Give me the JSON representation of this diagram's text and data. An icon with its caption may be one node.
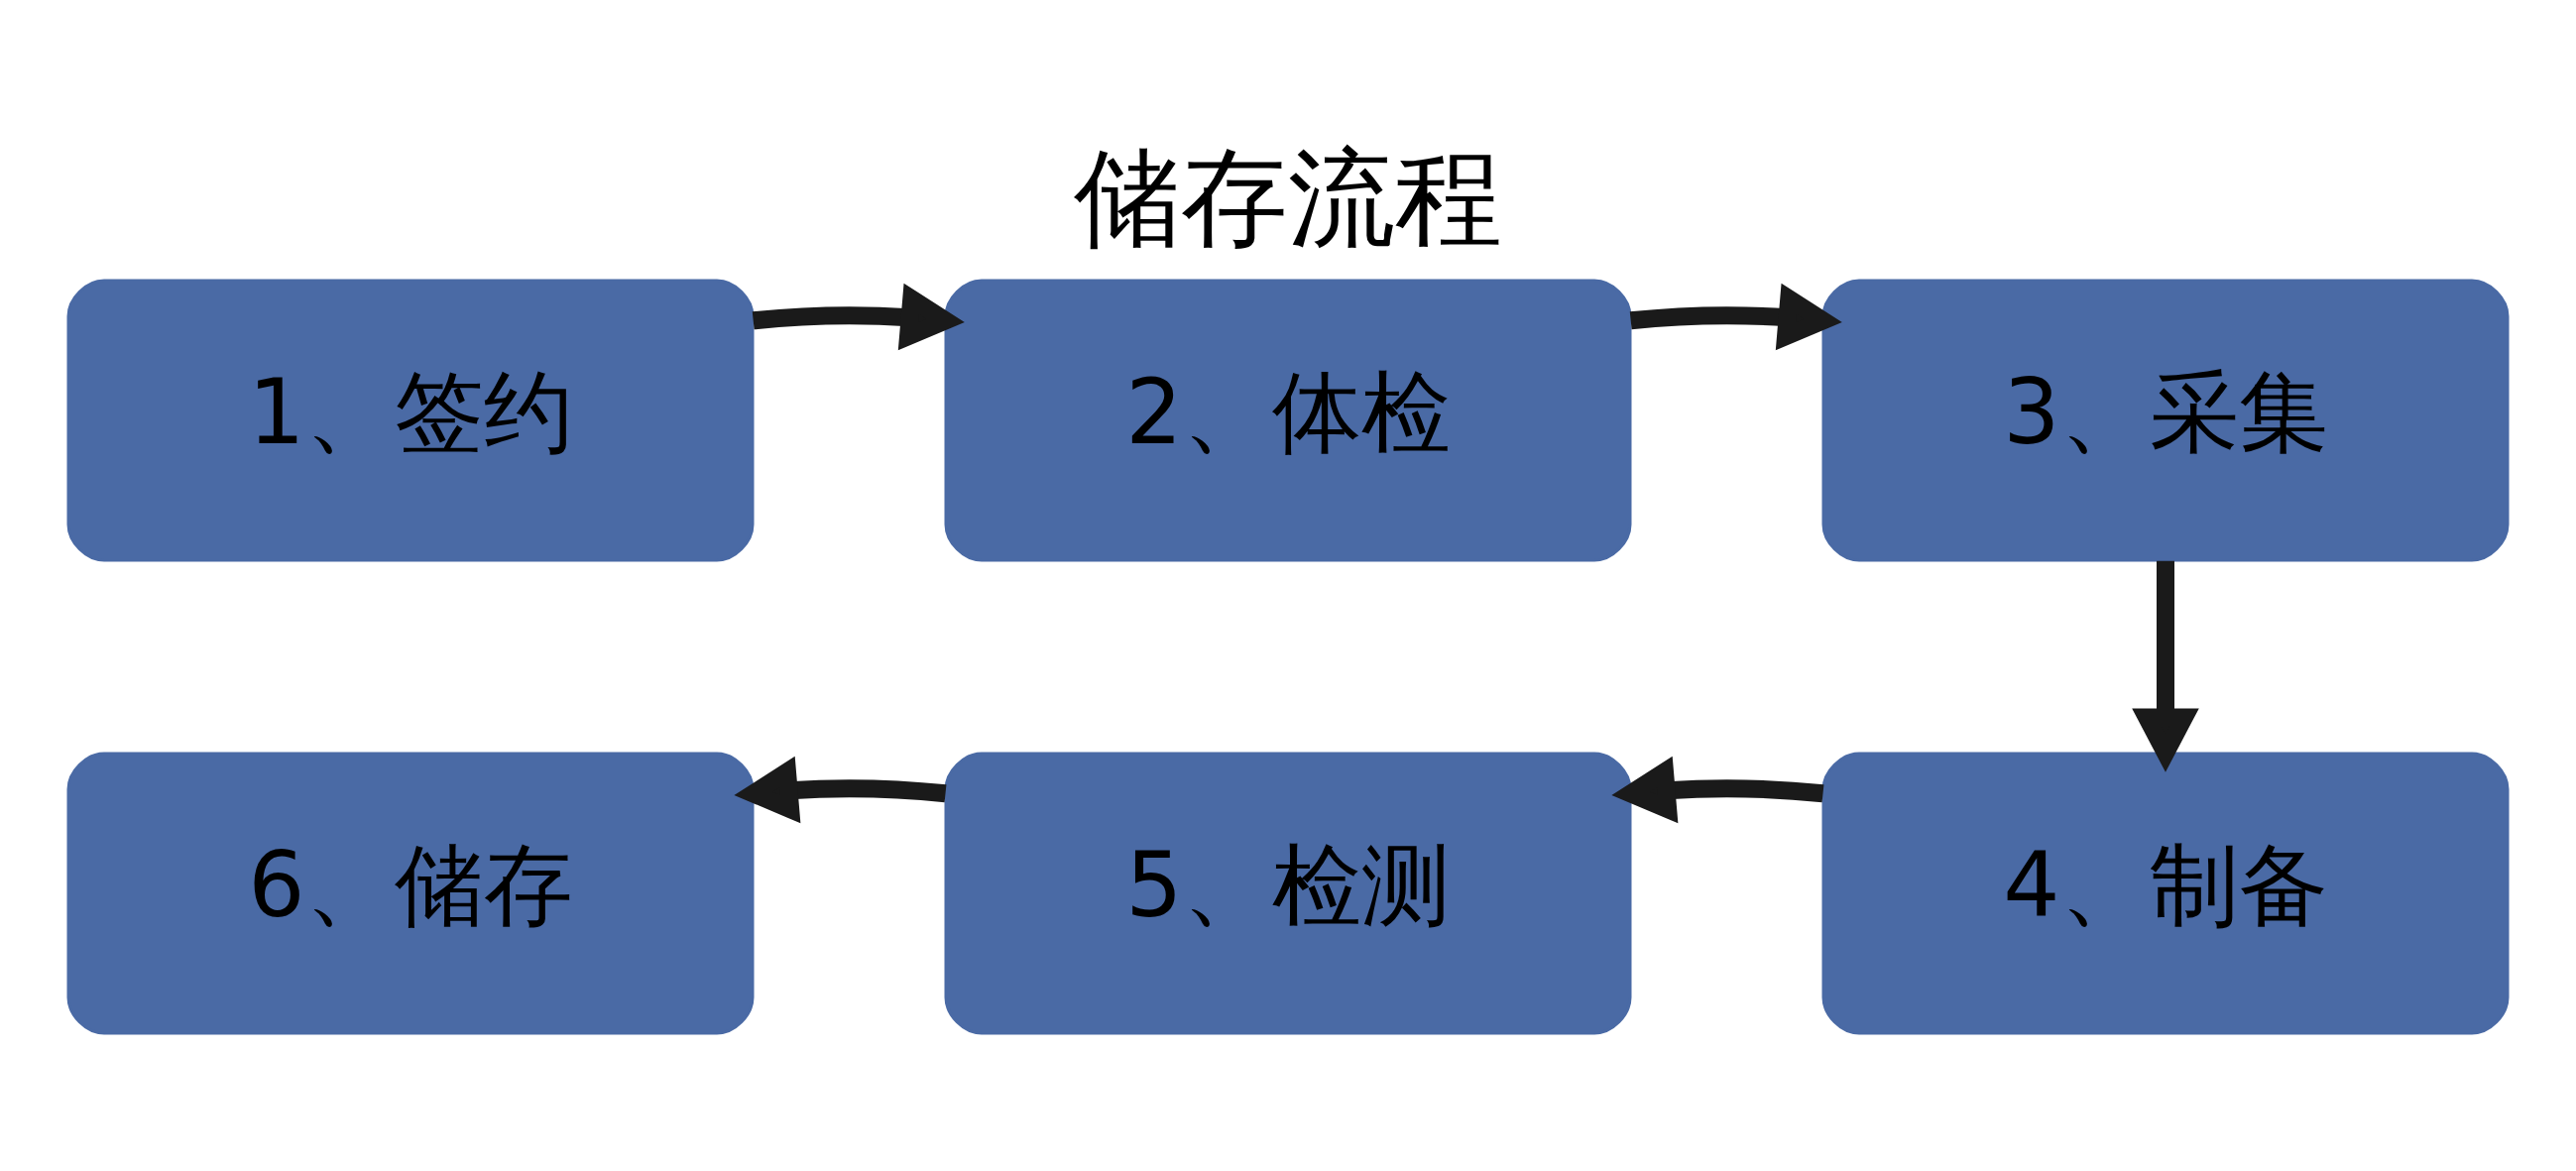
{
  "diagram": {
    "title": "储存流程",
    "nodes": [
      {
        "text": [
          "1、签约"
        ]
      },
      {
        "text": [
          "2、体检"
        ]
      },
      {
        "text": [
          "3、采集"
        ]
      },
      {
        "text": [
          "4、制备"
        ]
      },
      {
        "text": [
          "5、检测"
        ]
      },
      {
        "text": [
          "6、储存"
        ]
      }
    ],
    "edges": [
      {
        "from": 0,
        "to": 1,
        "arrow": "to"
      },
      {
        "from": 1,
        "to": 2,
        "arrow": "to"
      },
      {
        "from": 2,
        "to": 3,
        "arrow": "to"
      },
      {
        "from": 3,
        "to": 4,
        "arrow": "to"
      },
      {
        "from": 4,
        "to": 5,
        "arrow": "to"
      }
    ]
  }
}
